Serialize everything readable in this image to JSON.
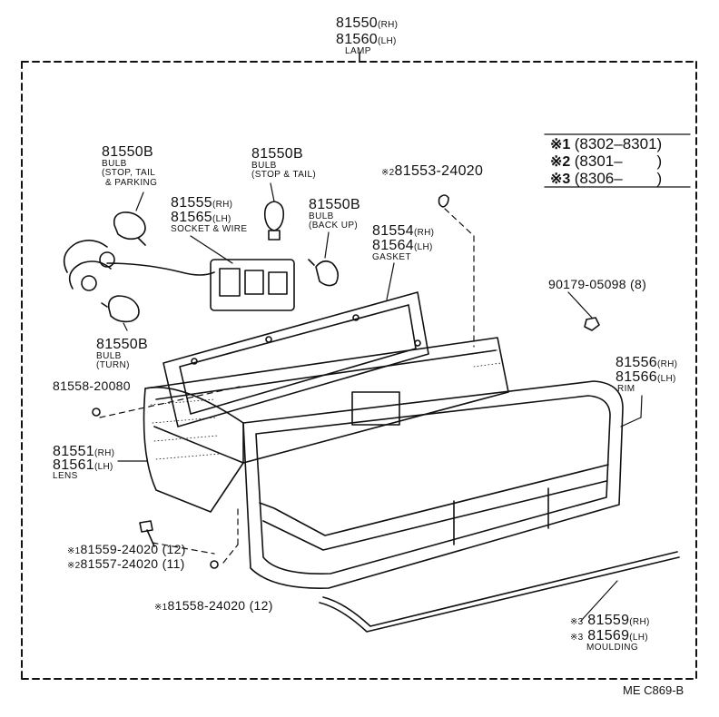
{
  "lamp": {
    "pn_rh": "81550",
    "side_rh": "(RH)",
    "pn_lh": "81560",
    "side_lh": "(LH)",
    "name": "LAMP"
  },
  "bulb_stop_tail_parking": {
    "pn": "81550B",
    "line1": "BULB",
    "line2": "(STOP, TAIL",
    "line3": "& PARKING"
  },
  "bulb_stop_tail": {
    "pn": "81550B",
    "line1": "BULB",
    "line2": "(STOP & TAIL)"
  },
  "bulb_back_up": {
    "pn": "81550B",
    "line1": "BULB",
    "line2": "(BACK UP)"
  },
  "bulb_turn": {
    "pn": "81550B",
    "line1": "BULB",
    "line2": "(TURN)"
  },
  "socket_wire": {
    "pn_rh": "81555",
    "side_rh": "(RH)",
    "pn_lh": "81565",
    "side_lh": "(LH)",
    "name": "SOCKET & WIRE"
  },
  "screw_top": {
    "mark": "※2",
    "pn": "81553-24020"
  },
  "gasket": {
    "pn_rh": "81554",
    "side_rh": "(RH)",
    "pn_lh": "81564",
    "side_lh": "(LH)",
    "name": "GASKET"
  },
  "nut": {
    "pn": "90179-05098",
    "qty": "(8)"
  },
  "washer_left": {
    "pn": "81558-20080"
  },
  "rim": {
    "pn_rh": "81556",
    "side_rh": "(RH)",
    "pn_lh": "81566",
    "side_lh": "(LH)",
    "name": "RIM"
  },
  "lens": {
    "pn_rh": "81551",
    "side_rh": "(RH)",
    "pn_lh": "81561",
    "side_lh": "(LH)",
    "name": "LENS"
  },
  "screw_1": {
    "mark": "※1",
    "pn": "81559-24020",
    "qty": "(12)"
  },
  "screw_2": {
    "mark": "※2",
    "pn": "81557-24020",
    "qty": "(11)"
  },
  "washer_1": {
    "mark": "※1",
    "pn": "81558-24020",
    "qty": "(12)"
  },
  "moulding": {
    "mark_rh": "※3",
    "pn_rh": "81559",
    "side_rh": "(RH)",
    "mark_lh": "※3",
    "pn_lh": "81569",
    "side_lh": "(LH)",
    "name": "MOULDING"
  },
  "legend": [
    {
      "mark": "※1",
      "range": "(8302–8301)"
    },
    {
      "mark": "※2",
      "range": "(8301–        )"
    },
    {
      "mark": "※3",
      "range": "(8306–        )"
    }
  ],
  "figure_code": "ME C869-B"
}
